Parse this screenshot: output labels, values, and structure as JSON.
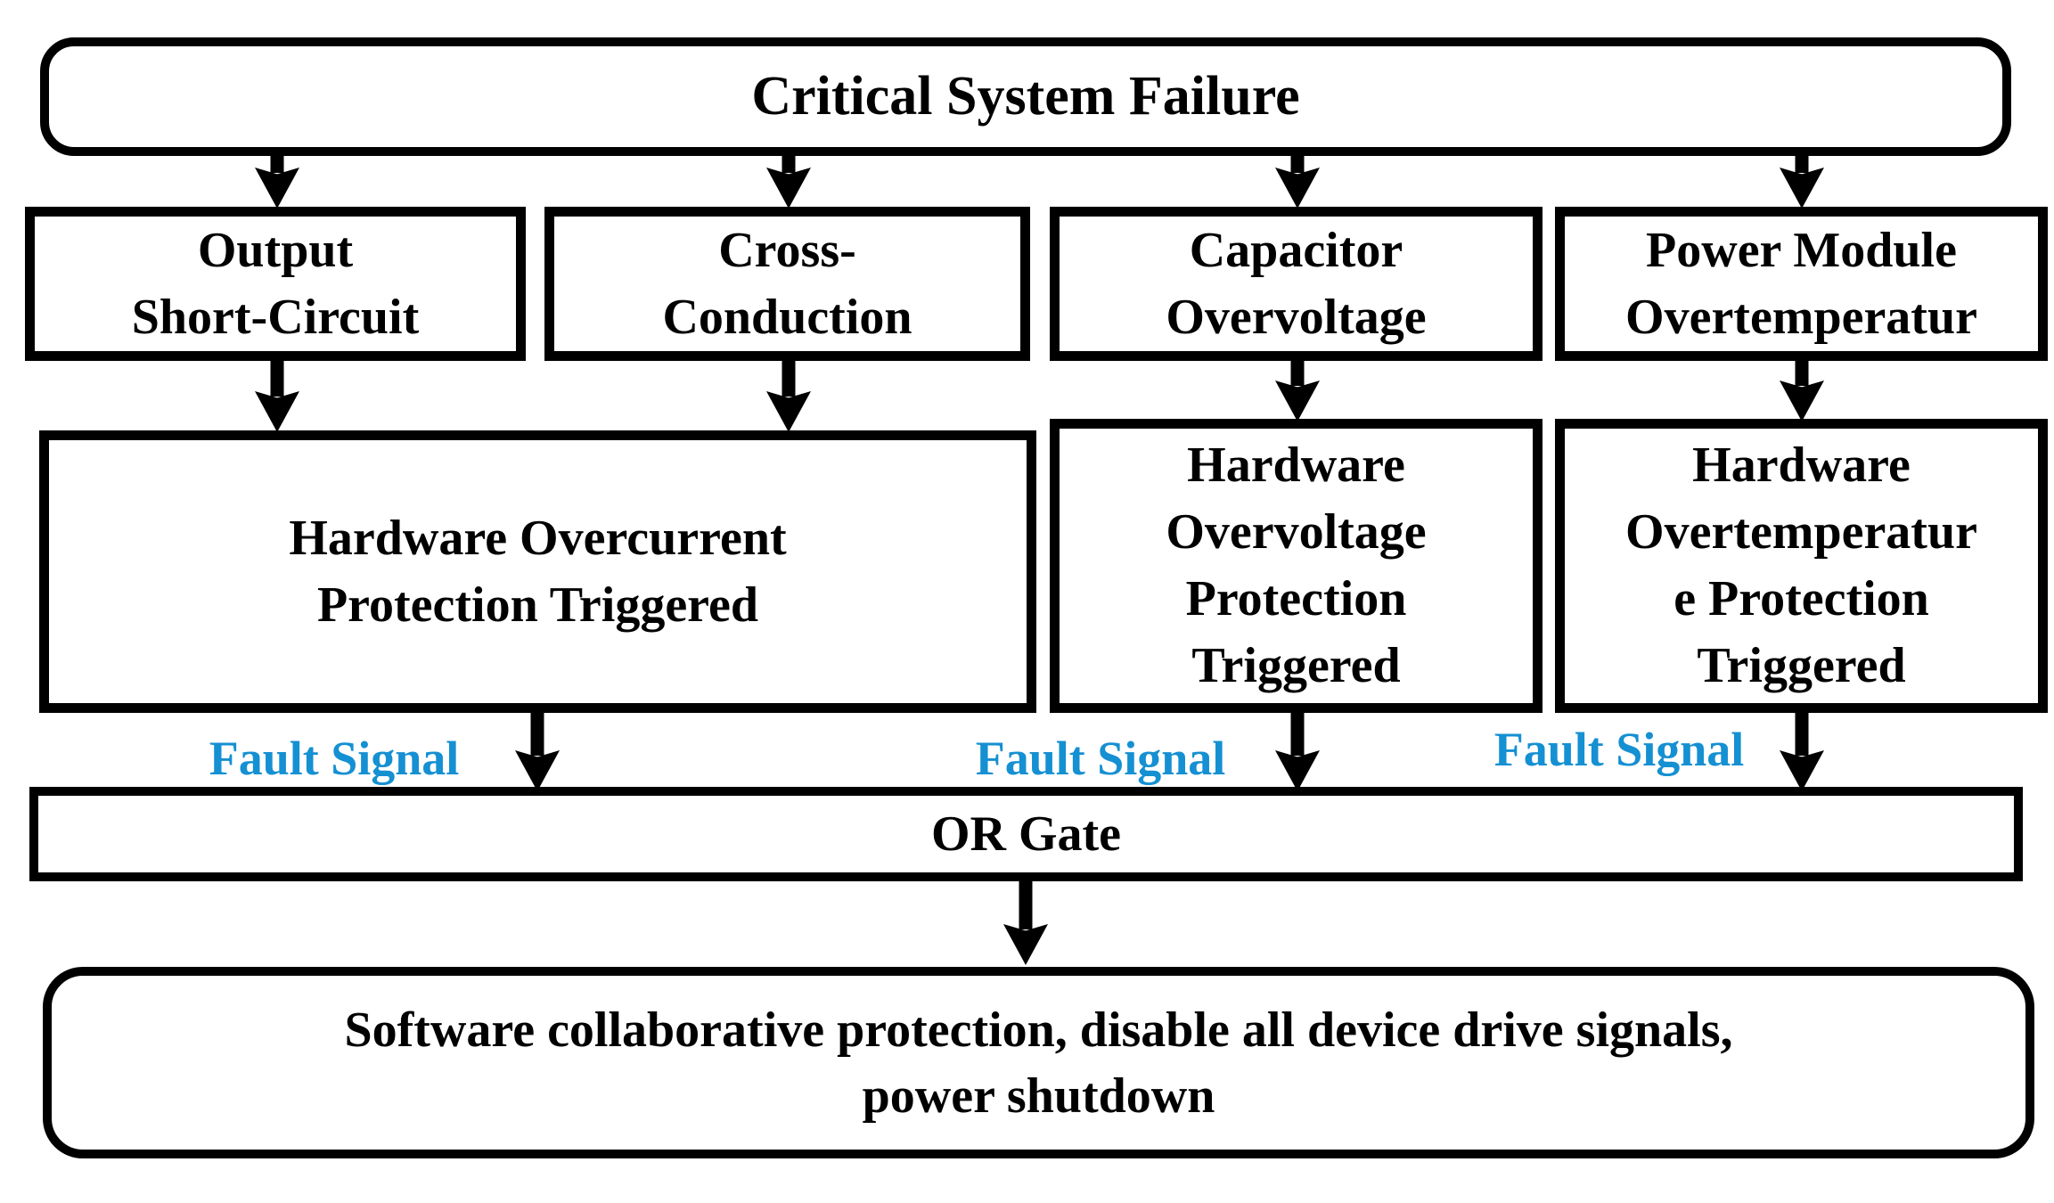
{
  "colors": {
    "fault_signal_blue": "#1590d2",
    "line_black": "#000000",
    "background": "#ffffff"
  },
  "nodes": {
    "root": {
      "label": "Critical System Failure"
    },
    "causes": [
      {
        "lines": [
          "Output",
          "Short-Circuit"
        ]
      },
      {
        "lines": [
          "Cross-",
          "Conduction"
        ]
      },
      {
        "lines": [
          "Capacitor",
          "Overvoltage"
        ]
      },
      {
        "lines": [
          "Power Module",
          "Overtemperatur"
        ]
      }
    ],
    "protections": [
      {
        "lines": [
          "Hardware Overcurrent",
          "Protection Triggered"
        ]
      },
      {
        "lines": [
          "Hardware",
          "Overvoltage",
          "Protection",
          "Triggered"
        ]
      },
      {
        "lines": [
          "Hardware",
          "Overtemperatur",
          "e Protection",
          "Triggered"
        ]
      }
    ],
    "or_gate": {
      "label": "OR Gate"
    },
    "action": {
      "lines": [
        "Software collaborative protection, disable all device drive signals,",
        "power shutdown"
      ]
    }
  },
  "edge_labels": {
    "fault_signal": "Fault Signal"
  }
}
